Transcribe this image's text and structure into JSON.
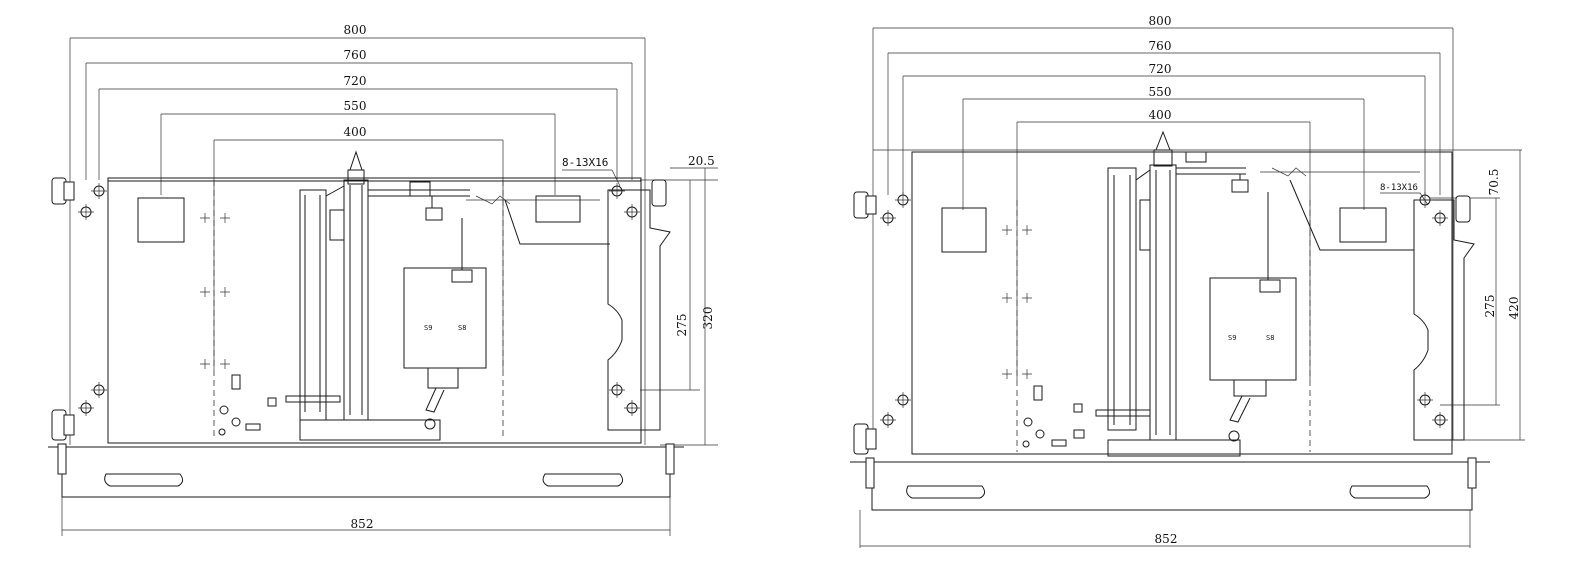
{
  "drawings": [
    {
      "dims": {
        "w800": "800",
        "w760": "760",
        "w720": "720",
        "w550": "550",
        "w400": "400",
        "hole": "8-13X16",
        "off": "20.5",
        "h275": "275",
        "h_total": "320",
        "base": "852"
      },
      "labels": {
        "left": "S9",
        "right": "S8"
      }
    },
    {
      "dims": {
        "w800": "800",
        "w760": "760",
        "w720": "720",
        "w550": "550",
        "w400": "400",
        "hole": "8-13X16",
        "off": "70.5",
        "h275": "275",
        "h_total": "420",
        "base": "852"
      },
      "labels": {
        "left": "S9",
        "right": "S8"
      }
    }
  ]
}
